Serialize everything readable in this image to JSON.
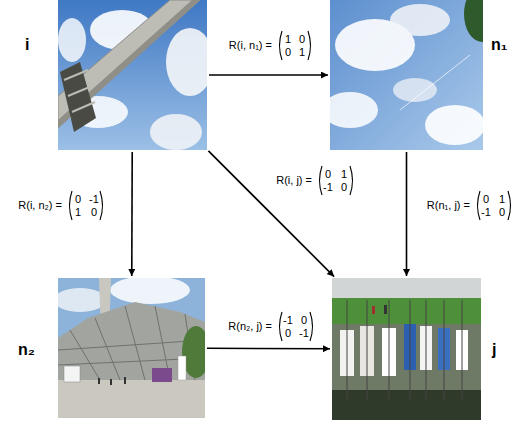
{
  "diagram": {
    "nodes": [
      {
        "text": [
          "i"
        ]
      },
      {
        "text": [
          "n₁"
        ]
      },
      {
        "text": [
          "n₂"
        ]
      },
      {
        "text": [
          "j"
        ]
      }
    ],
    "edges": [
      {
        "from": 0,
        "to": 1,
        "arrow": "to",
        "label": "R(i, n₁) ="
      },
      {
        "from": 0,
        "to": 2,
        "arrow": "to",
        "label": "R(i, n₂) ="
      },
      {
        "from": 0,
        "to": 3,
        "arrow": "to",
        "label": "R(i, j) ="
      },
      {
        "from": 1,
        "to": 3,
        "arrow": "to",
        "label": "R(n₁, j) ="
      },
      {
        "from": 2,
        "to": 3,
        "arrow": "to",
        "label": "R(n₂, j) ="
      }
    ],
    "labels": [
      "1",
      "0",
      "0",
      "1",
      "0",
      "-1",
      "1",
      "0",
      "0",
      "1",
      "-1",
      "0",
      "0",
      "1",
      "-1",
      "0",
      "-1",
      "0",
      "0",
      "-1"
    ]
  }
}
